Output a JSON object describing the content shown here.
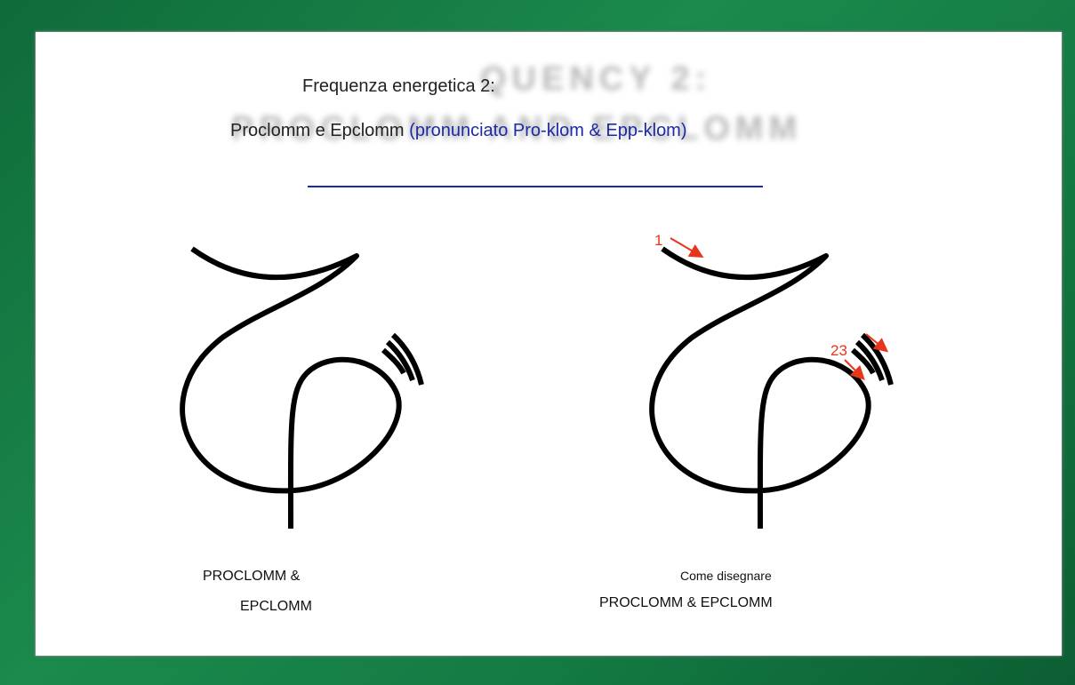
{
  "background": {
    "frame_color": "#1b8a4c",
    "card_color": "#ffffff"
  },
  "header": {
    "ghost_line1": "QUENCY 2:",
    "ghost_line2": "PROCLOMM AND EPCLOMM",
    "title": "Frequenza energetica 2:",
    "subtitle_main": "Proclomm e Epclomm",
    "subtitle_pronunciation": "(pronunciato Pro-klom & Epp-klom)",
    "accent_color": "#1b2aa6"
  },
  "left_figure": {
    "caption_line1": "PROCLOMM &",
    "caption_line2": "EPCLOMM"
  },
  "right_figure": {
    "caption_small": "Come disegnare",
    "caption_main": "PROCLOMM & EPCLOMM",
    "step_labels": [
      "1",
      "23"
    ],
    "arrow_color": "#e8351c"
  }
}
